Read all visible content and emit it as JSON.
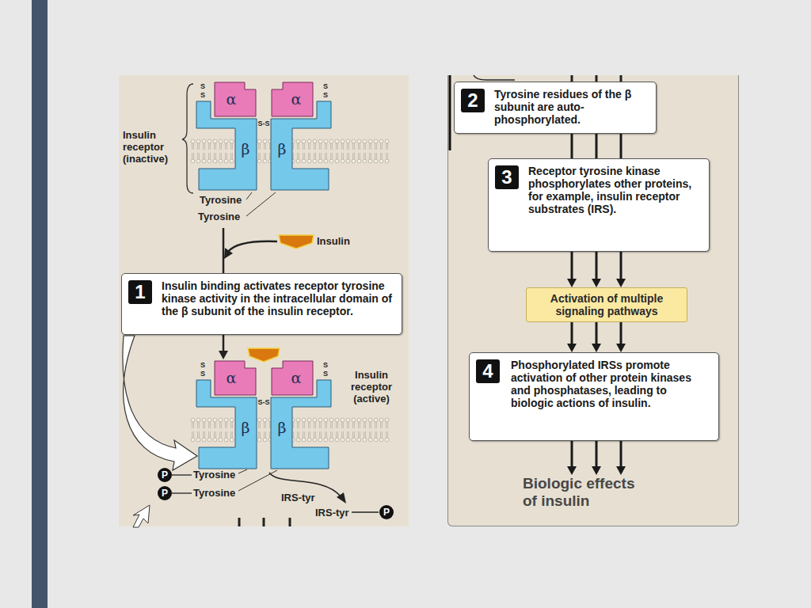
{
  "diagram": {
    "nodes": [
      {
        "text": [
          "1",
          "Insulin binding activates receptor tyrosine kinase activity in the intracellular domain of the β subunit of the insulin receptor."
        ]
      },
      {
        "text": [
          "2",
          "Tyrosine residues of the β subunit are auto-phosphorylated."
        ]
      },
      {
        "text": [
          "3",
          "Receptor tyrosine kinase phosphorylates other proteins, for example, insulin receptor substrates (IRS)."
        ]
      },
      {
        "text": [
          "Activation of multiple signaling pathways"
        ]
      },
      {
        "text": [
          "4",
          "Phosphorylated IRSs promote activation of other protein kinases and phosphatases, leading to biologic actions of insulin."
        ]
      },
      {
        "text": [
          "Biologic effects of insulin"
        ]
      }
    ],
    "edges": [
      {
        "from": 1,
        "to": 2,
        "arrow": "none"
      },
      {
        "from": 1,
        "to": 2,
        "arrow": "none"
      },
      {
        "from": 1,
        "to": 2,
        "arrow": "none"
      },
      {
        "from": 2,
        "to": 3,
        "arrow": "to"
      },
      {
        "from": 2,
        "to": 3,
        "arrow": "to"
      },
      {
        "from": 2,
        "to": 3,
        "arrow": "to"
      },
      {
        "from": 3,
        "to": 4,
        "arrow": "to"
      },
      {
        "from": 3,
        "to": 4,
        "arrow": "to"
      },
      {
        "from": 3,
        "to": 4,
        "arrow": "to"
      },
      {
        "from": 4,
        "to": 5,
        "arrow": "to"
      },
      {
        "from": 4,
        "to": 5,
        "arrow": "to"
      },
      {
        "from": 4,
        "to": 5,
        "arrow": "to"
      }
    ],
    "labels": [
      "Insulin receptor (inactive)",
      "Tyrosine",
      "Tyrosine",
      "Insulin",
      "Insulin receptor (active)",
      "P",
      "Tyrosine",
      "P",
      "Tyrosine",
      "IRS-tyr",
      "IRS-tyr",
      "P",
      "α",
      "α",
      "β",
      "β",
      "α",
      "α",
      "β",
      "β",
      "S",
      "S",
      "S",
      "S",
      "S-S",
      "S",
      "S",
      "S",
      "S",
      "S-S"
    ]
  }
}
